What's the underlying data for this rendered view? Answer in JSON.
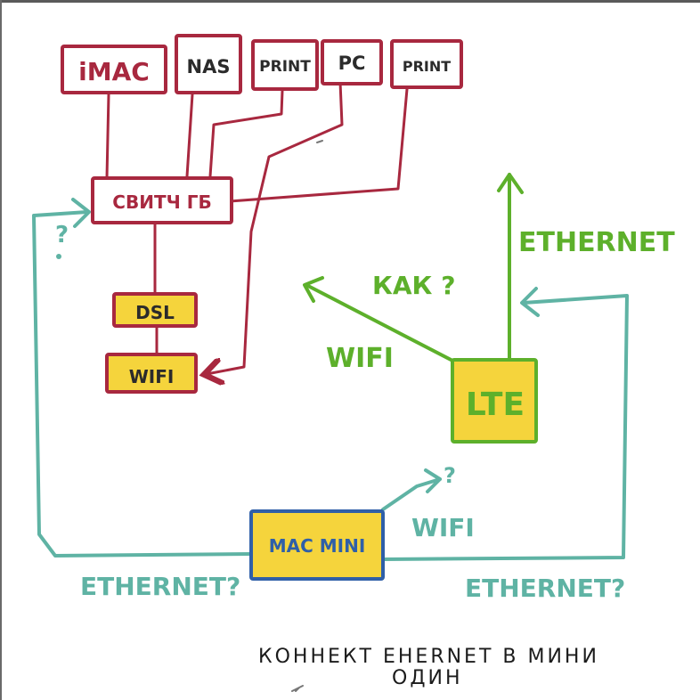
{
  "colors": {
    "wire": "#a8283f",
    "yellow": "#f5d43c",
    "green": "#5db02b",
    "teal": "#5fb3a4",
    "blue": "#2f5fa8",
    "ink": "#2b2b2b"
  },
  "nodes": {
    "imac": "iMAC",
    "nas": "NAS",
    "print1": "PRINT",
    "pc": "PC",
    "print2": "PRINT",
    "switch": "СВИТЧ ГБ",
    "dsl": "DSL",
    "wifi_router": "WIFI",
    "lte": "LTE",
    "mac_mini": "MAC MINI"
  },
  "labels": {
    "switch_question": "?",
    "kak": "КАК ?",
    "ethernet_top": "ETHERNET",
    "wifi_lte": "WIFI",
    "wifi_mini": "WIFI",
    "mini_question": "?",
    "ethernet_left": "ETHERNET?",
    "ethernet_right": "ETHERNET?"
  },
  "note": {
    "line1": "КОННЕКТ EHERNET В МИНИ",
    "line2": "ОДИН"
  }
}
